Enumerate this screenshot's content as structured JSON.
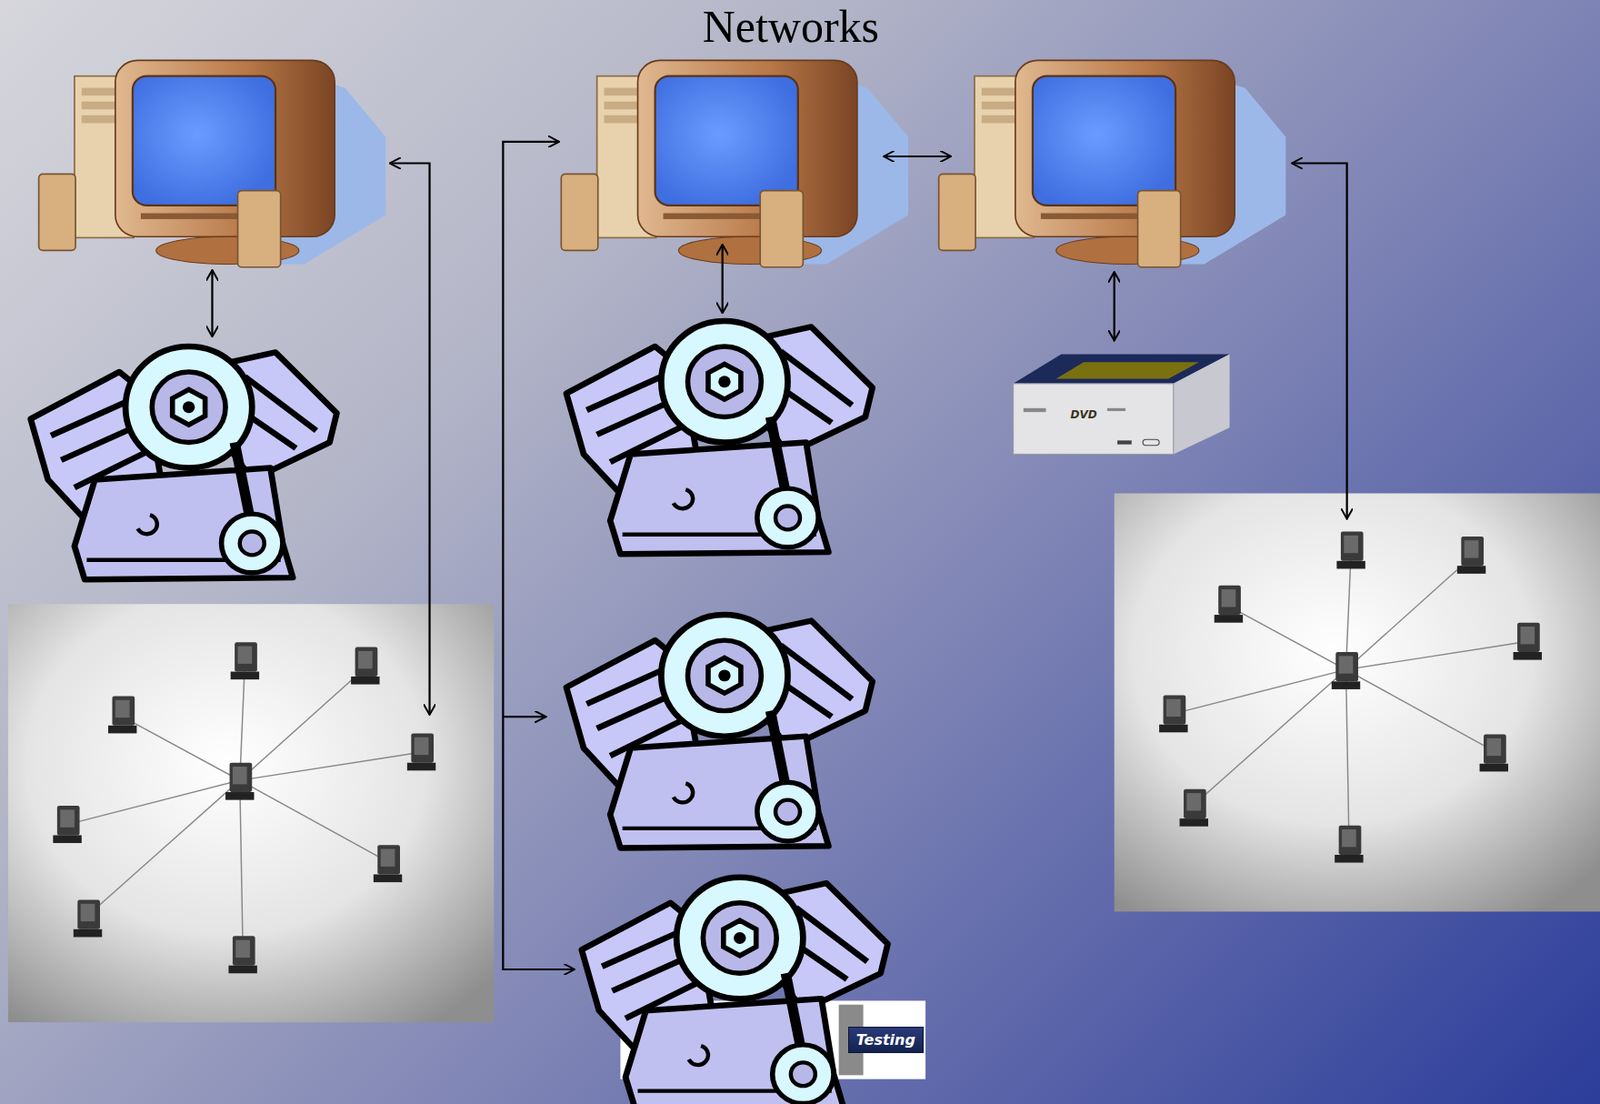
{
  "diagram": {
    "title": "Networks",
    "labels": [
      "DVD",
      "Testing"
    ]
  }
}
